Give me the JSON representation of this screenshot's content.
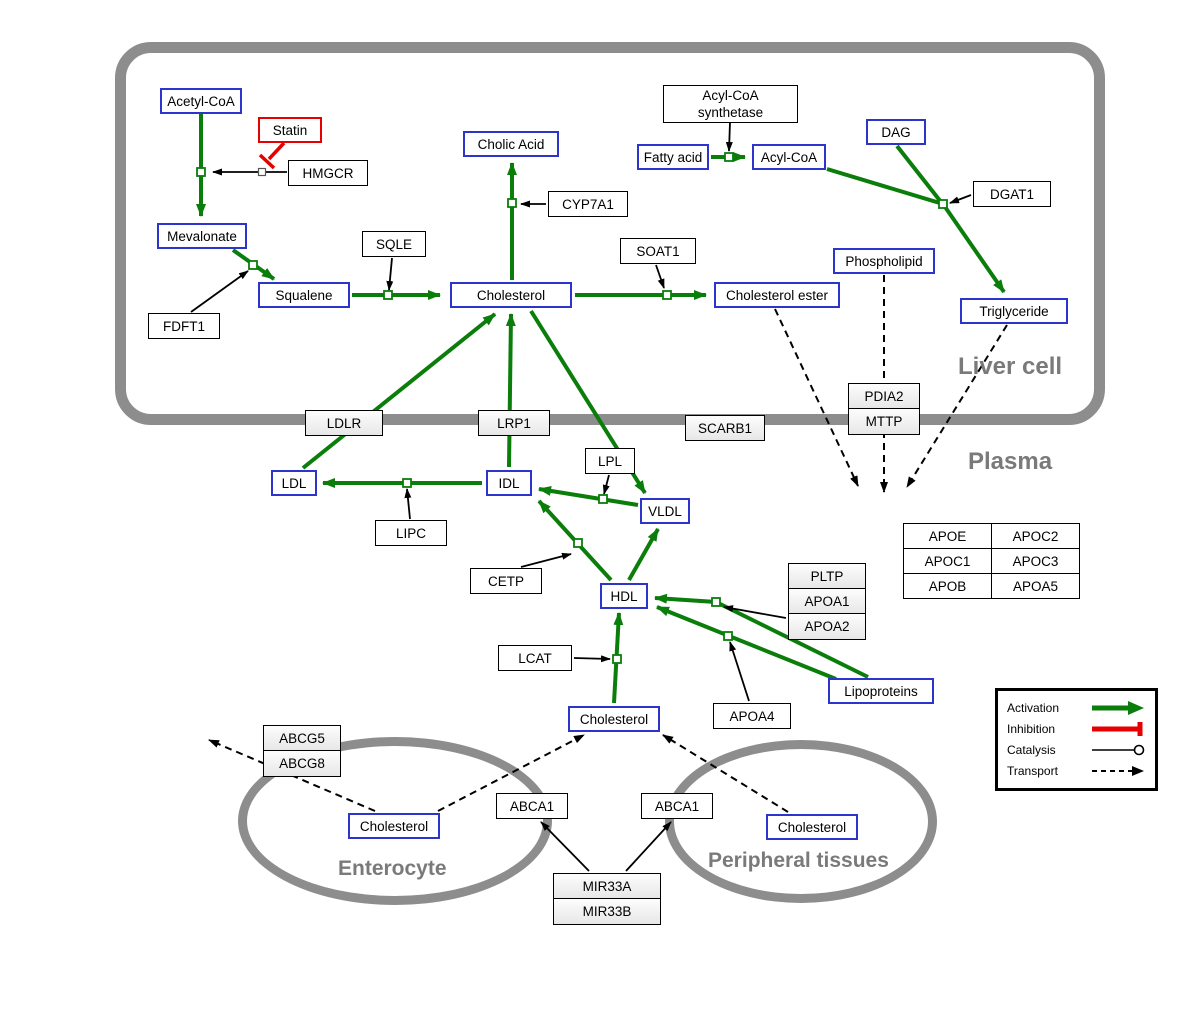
{
  "compartments": {
    "liver": "Liver cell",
    "plasma": "Plasma",
    "enterocyte": "Enterocyte",
    "peripheral": "Peripheral tissues"
  },
  "nodes": {
    "acetyl_coa": "Acetyl-CoA",
    "statin": "Statin",
    "hmgcr": "HMGCR",
    "mevalonate": "Mevalonate",
    "fdft1": "FDFT1",
    "squalene": "Squalene",
    "sqle": "SQLE",
    "cholesterol_liver": "Cholesterol",
    "cholic_acid": "Cholic Acid",
    "cyp7a1": "CYP7A1",
    "soat1": "SOAT1",
    "cholesterol_ester": "Cholesterol ester",
    "acyl_coa_synthetase": [
      "Acyl-CoA",
      "synthetase"
    ],
    "fatty_acid": "Fatty acid",
    "acyl_coa": "Acyl-CoA",
    "dag": "DAG",
    "dgat1": "DGAT1",
    "phospholipid": "Phospholipid",
    "triglyceride": "Triglyceride",
    "ldlr": "LDLR",
    "lrp1": "LRP1",
    "scarb1": "SCARB1",
    "pdia2": "PDIA2",
    "mttp": "MTTP",
    "ldl": "LDL",
    "idl": "IDL",
    "vldl": "VLDL",
    "lpl": "LPL",
    "lipc": "LIPC",
    "cetp": "CETP",
    "hdl": "HDL",
    "lcat": "LCAT",
    "pltp": "PLTP",
    "apoa1": "APOA1",
    "apoa2": "APOA2",
    "apoa4": "APOA4",
    "lipoproteins": "Lipoproteins",
    "cholesterol_plasma": "Cholesterol",
    "abcg5": "ABCG5",
    "abcg8": "ABCG8",
    "cholesterol_enterocyte": "Cholesterol",
    "abca1_left": "ABCA1",
    "abca1_right": "ABCA1",
    "cholesterol_peripheral": "Cholesterol",
    "mir33a": "MIR33A",
    "mir33b": "MIR33B"
  },
  "apo_table": {
    "rows": [
      [
        "APOE",
        "APOC2"
      ],
      [
        "APOC1",
        "APOC3"
      ],
      [
        "APOB",
        "APOA5"
      ]
    ]
  },
  "legend": {
    "activation": "Activation",
    "inhibition": "Inhibition",
    "catalysis": "Catalysis",
    "transport": "Transport"
  },
  "colors": {
    "activation_green": "#0a7d0a",
    "inhibition_red": "#e60000",
    "metabolite_border_blue": "#2b35cc",
    "gene_border_black": "#000000",
    "membrane_gray": "#8d8d8d"
  }
}
